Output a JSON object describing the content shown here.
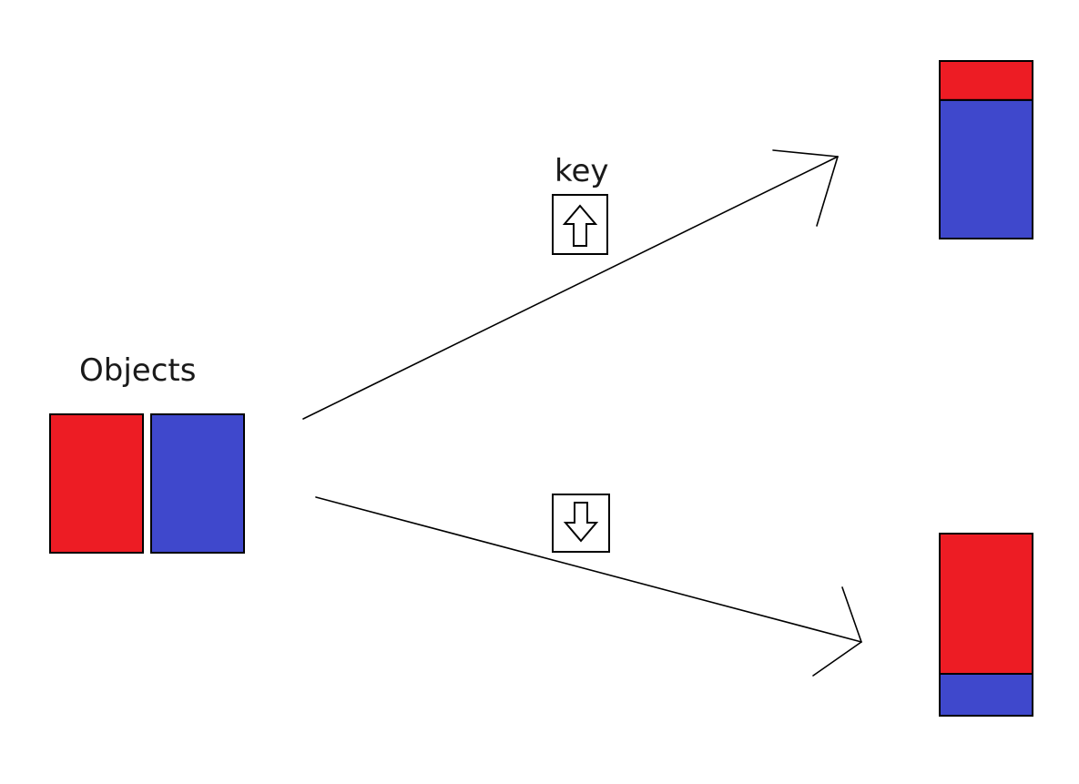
{
  "labels": {
    "objects": "Objects",
    "key": "key"
  },
  "colors": {
    "red": "#ed1c24",
    "blue": "#3f48cc",
    "outline": "#000000"
  },
  "icons": {
    "up_key": "arrow-up-icon",
    "down_key": "arrow-down-icon"
  },
  "results": {
    "up": {
      "red_share": 0.22,
      "blue_share": 0.78
    },
    "down": {
      "red_share": 0.77,
      "blue_share": 0.23
    }
  }
}
